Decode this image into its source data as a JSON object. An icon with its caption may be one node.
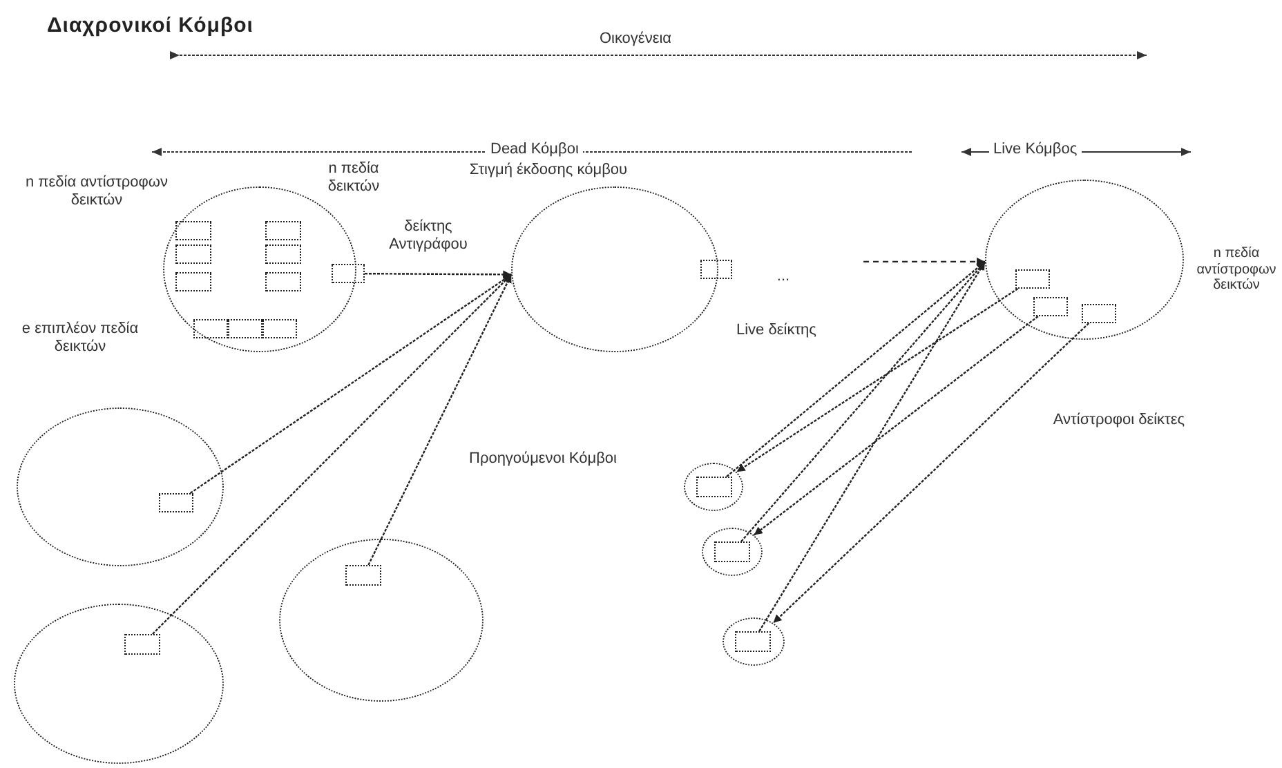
{
  "diagram": {
    "title": "Διαχρονικοί Κόμβοι",
    "nodes": [
      {
        "text": [],
        "shape": "circle"
      },
      {
        "text": [],
        "shape": "box",
        "in": 0
      },
      {
        "text": [],
        "shape": "box",
        "in": 0
      },
      {
        "text": [],
        "shape": "box",
        "in": 0
      },
      {
        "text": [],
        "shape": "box",
        "in": 0
      },
      {
        "text": [],
        "shape": "box",
        "in": 0
      },
      {
        "text": [],
        "shape": "box",
        "in": 0
      },
      {
        "text": [],
        "shape": "box",
        "in": 0
      },
      {
        "text": [],
        "shape": "box",
        "in": 0
      },
      {
        "text": [],
        "shape": "box",
        "in": 0
      },
      {
        "text": [],
        "shape": "box",
        "in": 0
      },
      {
        "text": [],
        "shape": "circle"
      },
      {
        "text": [],
        "shape": "box",
        "in": 11
      },
      {
        "text": [],
        "shape": "circle"
      },
      {
        "text": [],
        "shape": "box",
        "in": 13
      },
      {
        "text": [],
        "shape": "circle"
      },
      {
        "text": [],
        "shape": "box",
        "in": 15
      },
      {
        "text": [],
        "shape": "circle"
      },
      {
        "text": [],
        "shape": "box",
        "in": 17
      },
      {
        "text": [],
        "shape": "circle"
      },
      {
        "text": [],
        "shape": "box",
        "in": 19
      },
      {
        "text": [],
        "shape": "box",
        "in": 19
      },
      {
        "text": [],
        "shape": "box",
        "in": 19
      },
      {
        "text": [],
        "shape": "circle"
      },
      {
        "text": [],
        "shape": "box",
        "in": 23
      },
      {
        "text": [],
        "shape": "circle"
      },
      {
        "text": [],
        "shape": "box",
        "in": 25
      },
      {
        "text": [],
        "shape": "circle"
      },
      {
        "text": [],
        "shape": "box",
        "in": 27
      }
    ],
    "edges": [
      {
        "from": 10,
        "to": 11,
        "arrow": "to"
      },
      {
        "from": 14,
        "to": 11,
        "arrow": "to"
      },
      {
        "from": 16,
        "to": 11,
        "arrow": "to"
      },
      {
        "from": 18,
        "to": 11,
        "arrow": "to"
      },
      {
        "from": null,
        "to": 19,
        "arrow": "to",
        "style": "dashed"
      },
      {
        "from": 24,
        "to": 19,
        "arrow": "to"
      },
      {
        "from": 26,
        "to": 19,
        "arrow": "to"
      },
      {
        "from": 28,
        "to": 19,
        "arrow": "to"
      },
      {
        "from": 20,
        "to": 23,
        "arrow": "to"
      },
      {
        "from": 21,
        "to": 25,
        "arrow": "to"
      },
      {
        "from": 22,
        "to": 27,
        "arrow": "to"
      }
    ],
    "labels": [
      "Οικογένεια",
      "Dead Κόμβοι",
      "Live Κόμβος",
      "Στιγμή έκδοσης κόμβου",
      "n πεδία αντίστροφων δεικτών",
      "n πεδία δεικτών",
      "δείκτης Αντιγράφου",
      "e επιπλέον πεδία δεικτών",
      "...",
      "Live δείκτης",
      "n πεδία αντίστροφων δεικτών",
      "Αντίστροφοι δείκτες",
      "Προηγούμενοι Κόμβοι"
    ]
  }
}
